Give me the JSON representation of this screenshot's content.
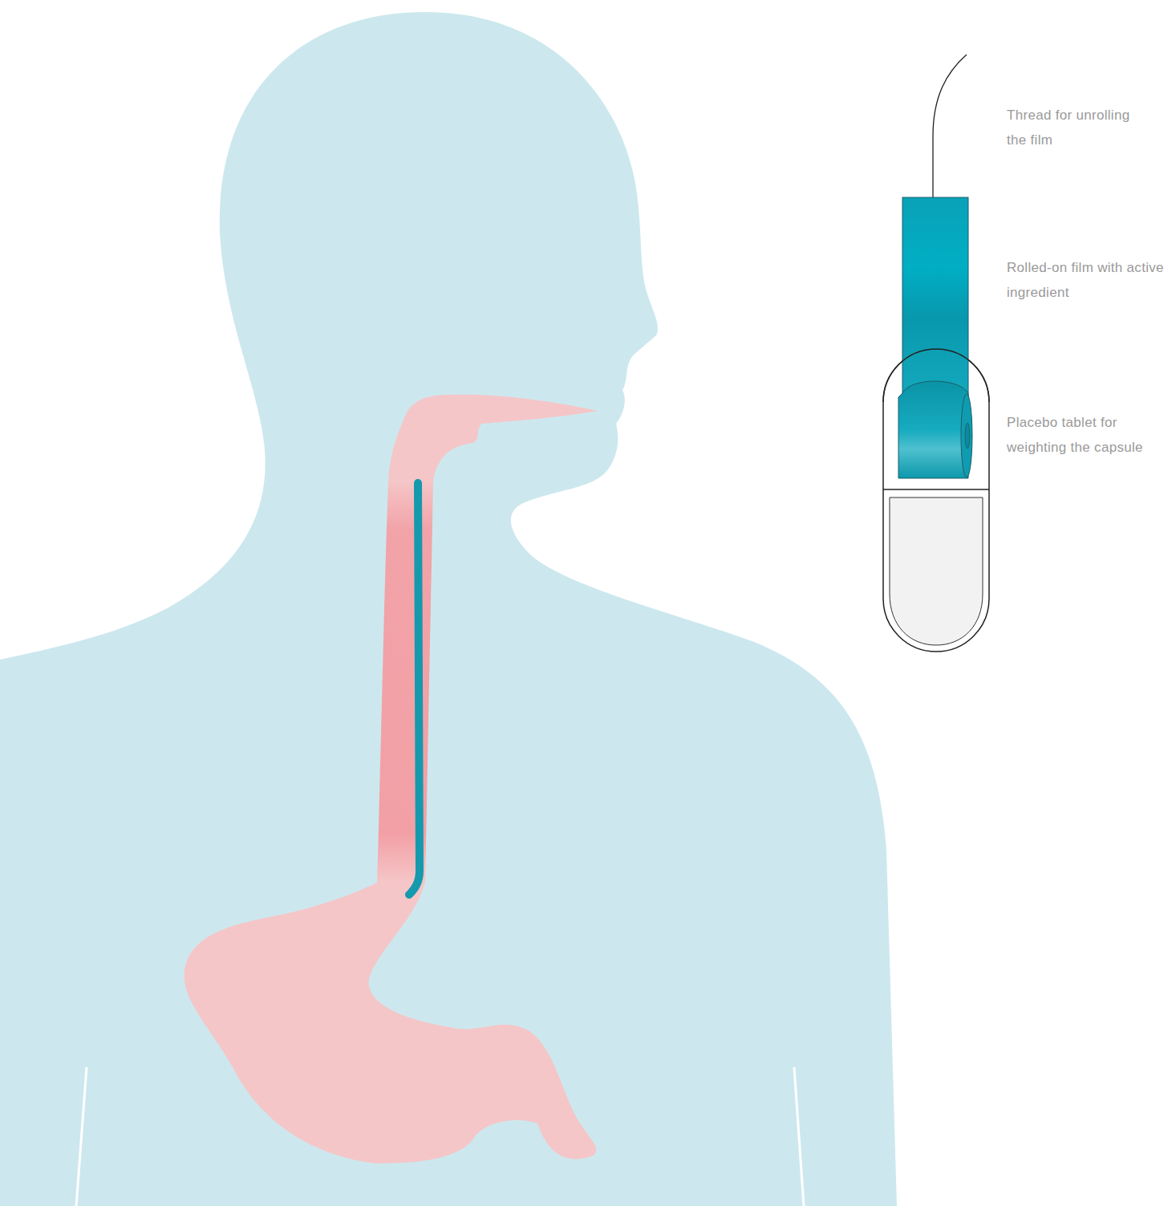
{
  "diagram": {
    "labels": [
      "Thread for unrolling the film",
      "Rolled-on film with active ingredient",
      "Placebo tablet for weighting the capsule"
    ]
  }
}
